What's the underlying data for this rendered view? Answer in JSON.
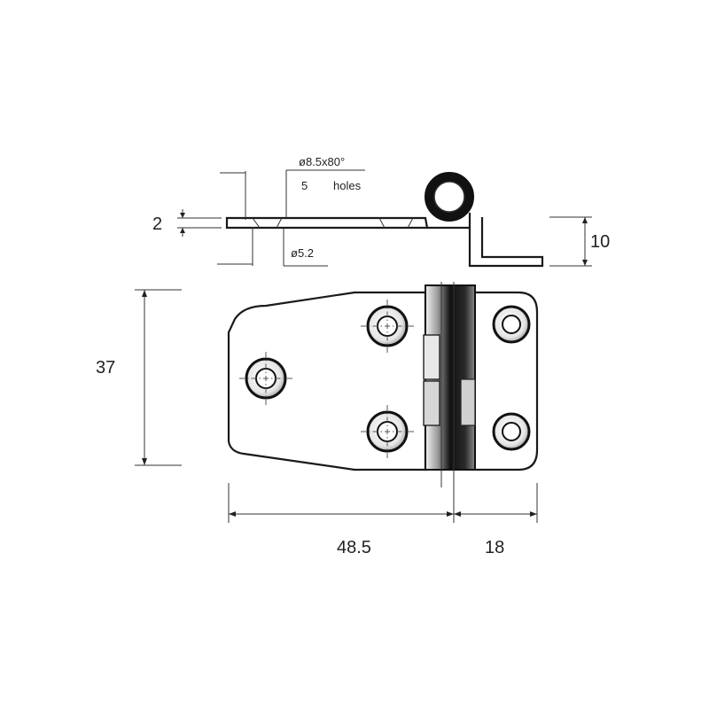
{
  "side_view": {
    "countersink_label": "ø8.5x80°",
    "holes_count": "5",
    "holes_word": "holes",
    "thickness_label": "2",
    "hole_diameter_label": "ø5.2",
    "height_label": "10"
  },
  "top_view": {
    "width_label": "37",
    "leaf_length_label": "48.5",
    "short_leaf_length_label": "18"
  },
  "colors": {
    "line": "#222222",
    "metal_light": "#f4f4f4",
    "metal_shade": "#bdbdbd",
    "knuckle_dark": "#111111"
  }
}
